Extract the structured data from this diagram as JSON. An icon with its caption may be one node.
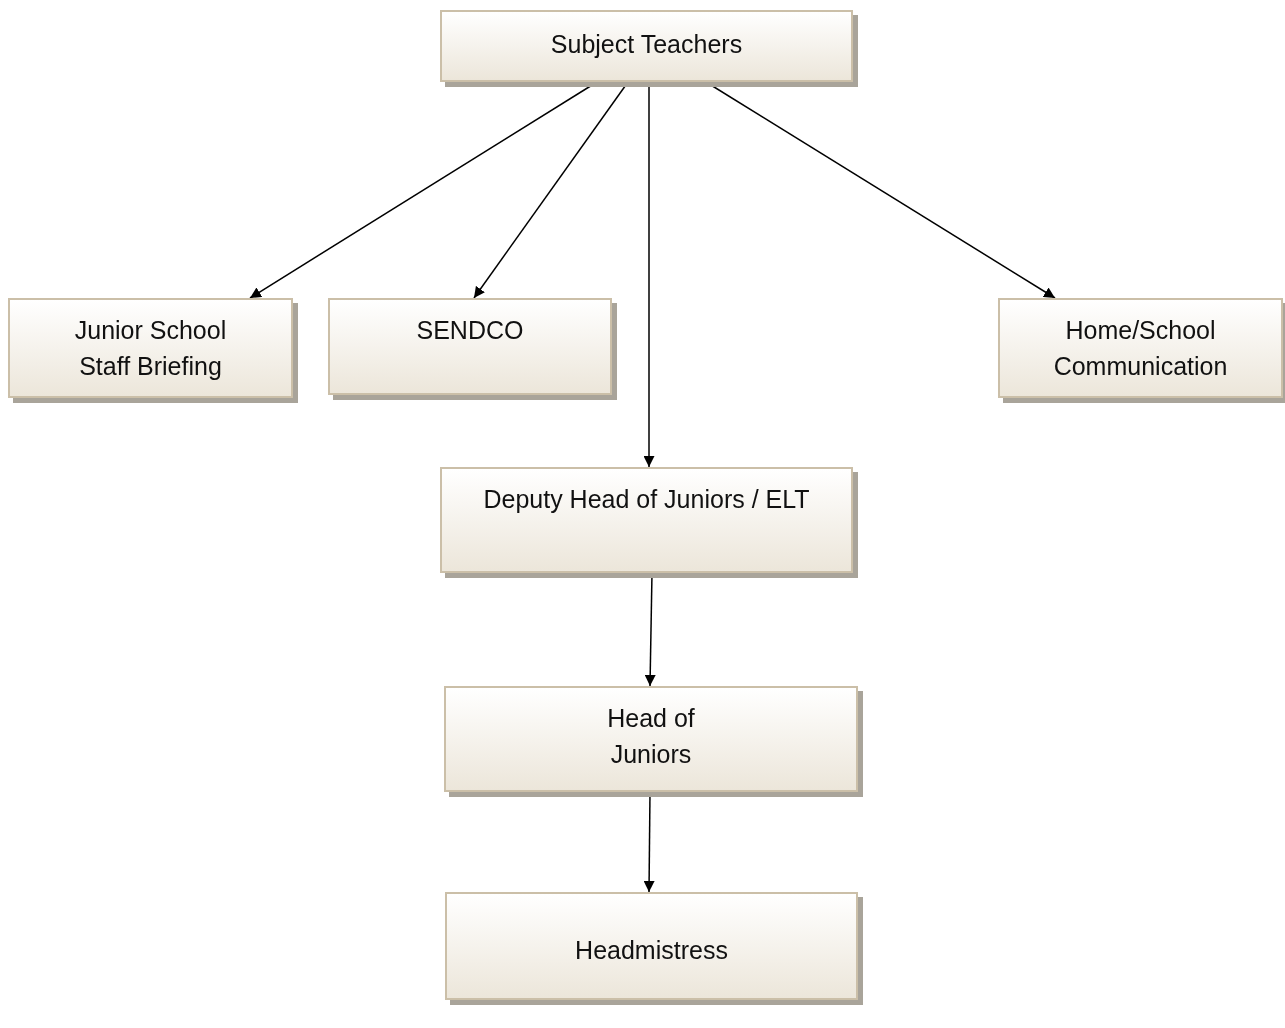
{
  "diagram": {
    "nodes": [
      {
        "text": [
          "Subject Teachers"
        ]
      },
      {
        "text": [
          "Junior School Staff Briefing"
        ]
      },
      {
        "text": [
          "SENDCO"
        ]
      },
      {
        "text": [
          "Home/School Communication"
        ]
      },
      {
        "text": [
          "Deputy Head of Juniors / ELT"
        ]
      },
      {
        "text": [
          "Head of Juniors"
        ]
      },
      {
        "text": [
          "Headmistress"
        ]
      }
    ],
    "edges": [
      {
        "from": 0,
        "to": 1,
        "arrow": "to"
      },
      {
        "from": 0,
        "to": 2,
        "arrow": "to"
      },
      {
        "from": 0,
        "to": 4,
        "arrow": "to"
      },
      {
        "from": 0,
        "to": 3,
        "arrow": "to"
      },
      {
        "from": 4,
        "to": 5,
        "arrow": "to"
      },
      {
        "from": 5,
        "to": 6,
        "arrow": "to"
      }
    ]
  }
}
